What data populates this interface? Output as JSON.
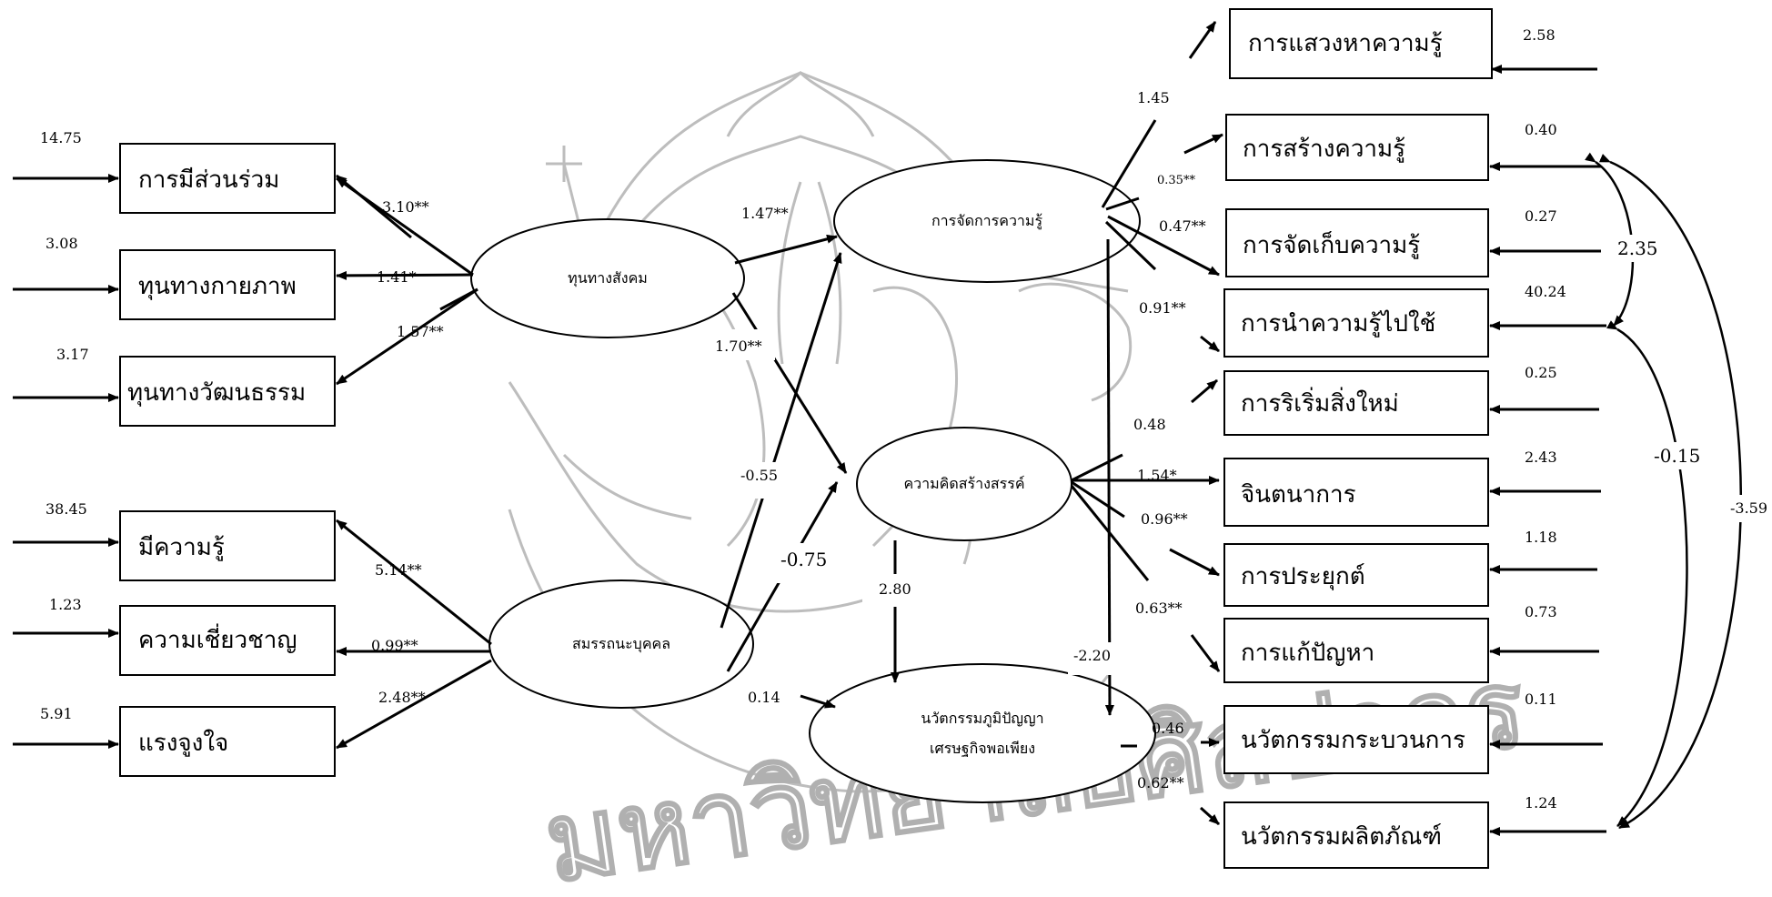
{
  "indicators_left": [
    {
      "label": "การมีส่วนร่วม",
      "error": "14.75"
    },
    {
      "label": "ทุนทางกายภาพ",
      "error": "3.08"
    },
    {
      "label": "ทุนทางวัฒนธรรม",
      "error": "3.17"
    },
    {
      "label": "มีความรู้",
      "error": "38.45"
    },
    {
      "label": "ความเชี่ยวชาญ",
      "error": "1.23"
    },
    {
      "label": "แรงจูงใจ",
      "error": "5.91"
    }
  ],
  "latent": {
    "social_capital": "ทุนทางสังคม",
    "competency": "สมรรถนะบุคคล",
    "knowledge_mgmt": "การจัดการความรู้",
    "creativity": "ความคิดสร้างสรรค์",
    "innovation_line1": "นวัตกรรมภูมิปัญญา",
    "innovation_line2": "เศรษฐกิจพอเพียง"
  },
  "indicators_right": [
    {
      "label": "การแสวงหาความรู้",
      "error": "2.58"
    },
    {
      "label": "การสร้างความรู้",
      "error": "0.40"
    },
    {
      "label": "การจัดเก็บความรู้",
      "error": "0.27"
    },
    {
      "label": "การนำความรู้ไปใช้",
      "error": "40.24"
    },
    {
      "label": "การริเริ่มสิ่งใหม่",
      "error": "0.25"
    },
    {
      "label": "จินตนาการ",
      "error": "2.43"
    },
    {
      "label": "การประยุกต์",
      "error": "1.18"
    },
    {
      "label": "การแก้ปัญหา",
      "error": "0.73"
    },
    {
      "label": "นวัตกรรมกระบวนการ",
      "error": "0.11"
    },
    {
      "label": "นวัตกรรมผลิตภัณฑ์",
      "error": "1.24"
    }
  ],
  "loadings_left": {
    "sc1": "3.10**",
    "sc2": "1.41*",
    "sc3": "1.57**",
    "pc1": "5.14**",
    "pc2": "0.99**",
    "pc3": "2.48**"
  },
  "paths": {
    "sc_km": "1.47**",
    "sc_cr": "1.70**",
    "pc_km": "-0.55",
    "pc_cr": "-0.75",
    "pc_inn": "0.14",
    "cr_inn": "2.80",
    "km_inn": "-2.20"
  },
  "loadings_right": {
    "km1": "1.45",
    "km2": "0.35**",
    "km3": "0.47**",
    "km4": "0.91**",
    "cr1": "0.48",
    "cr2": "1.54*",
    "cr3": "0.96**",
    "cr4": "0.63**",
    "in1": "0.46",
    "in2": "0.62**"
  },
  "covariances": {
    "c1": "2.35",
    "c2": "-0.15",
    "c3": "-3.59"
  },
  "watermark": "มหาวิทยาลัยศิลปากร"
}
